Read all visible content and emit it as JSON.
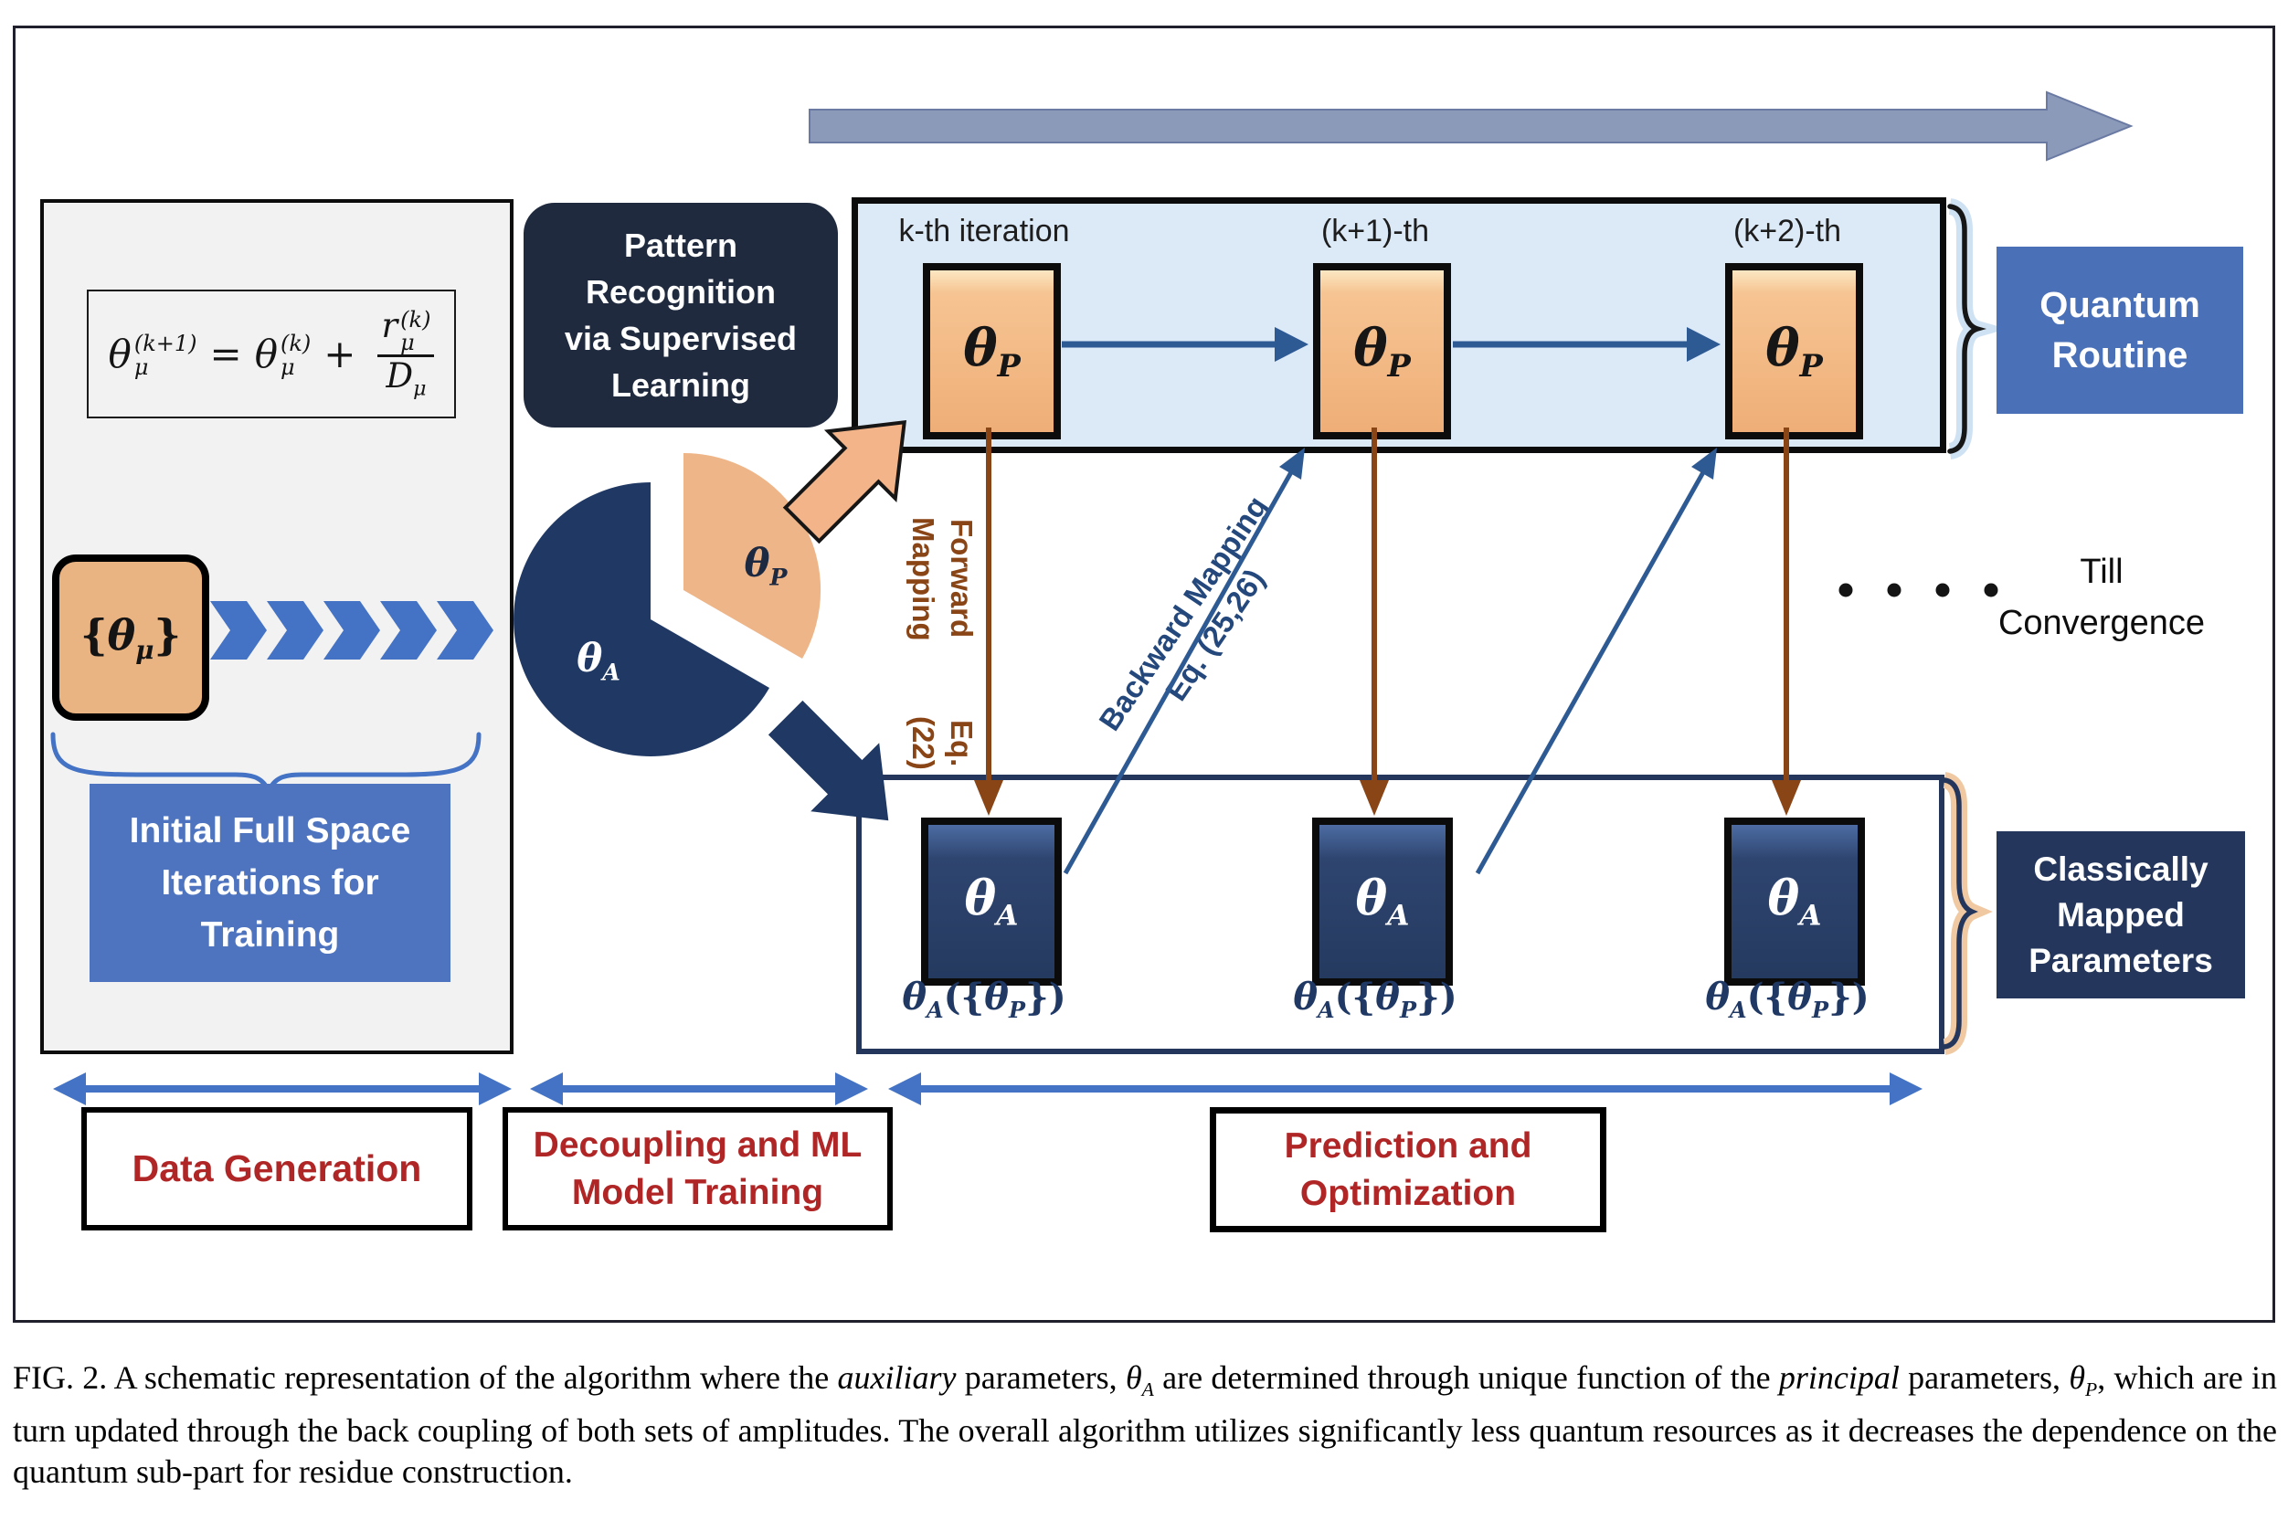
{
  "figure": {
    "left_panel": {
      "equation": {
        "lhs_base": "θ",
        "lhs_sup": "(k+1)",
        "lhs_sub": "μ",
        "equals": "=",
        "rhs_base": "θ",
        "rhs_sup": "(k)",
        "rhs_sub": "μ",
        "plus": "+",
        "num_base": "r",
        "num_sup": "(k)",
        "num_sub": "μ",
        "den_base": "D",
        "den_sub": "μ"
      },
      "theta_set_runs": [
        {
          "t": "{"
        },
        {
          "t": "θ",
          "i": 1
        },
        {
          "t": "μ",
          "i": 1,
          "sub": 1
        },
        {
          "t": "}"
        }
      ],
      "training_label": {
        "line1": "Initial Full Space",
        "line2": "Iterations for",
        "line3": "Training"
      }
    },
    "pattern_box": {
      "line1": "Pattern",
      "line2": "Recognition",
      "line3": "via Supervised",
      "line4": "Learning"
    },
    "pie": {
      "aux_runs": [
        {
          "t": "θ",
          "i": 1,
          "b": 1
        },
        {
          "t": "A",
          "i": 1,
          "b": 1,
          "sub": 1
        }
      ],
      "principal_runs": [
        {
          "t": "θ",
          "i": 1,
          "b": 1
        },
        {
          "t": "P",
          "i": 1,
          "b": 1,
          "sub": 1
        }
      ]
    },
    "quantum_row": {
      "iteration_labels": [
        "k-th iteration",
        "(k+1)-th",
        "(k+2)-th"
      ],
      "box_label_runs": [
        {
          "t": "θ",
          "i": 1,
          "b": 1
        },
        {
          "t": "P",
          "i": 1,
          "b": 1,
          "sub": 1
        }
      ],
      "brace_label": {
        "line1": "Quantum",
        "line2": "Routine"
      }
    },
    "classical_row": {
      "box_label_runs": [
        {
          "t": "θ",
          "i": 1,
          "b": 1
        },
        {
          "t": "A",
          "i": 1,
          "b": 1,
          "sub": 1
        }
      ],
      "function_runs": [
        {
          "t": "θ",
          "i": 1,
          "b": 1
        },
        {
          "t": "A",
          "i": 1,
          "b": 1,
          "sub": 1
        },
        {
          "t": "({",
          "b": 1
        },
        {
          "t": "θ",
          "i": 1,
          "b": 1
        },
        {
          "t": "P",
          "i": 1,
          "b": 1,
          "sub": 1
        },
        {
          "t": "})",
          "b": 1
        }
      ],
      "brace_label": {
        "line1": "Classically",
        "line2": "Mapped",
        "line3": "Parameters"
      }
    },
    "mappings": {
      "forward_line1": "Forward Mapping",
      "forward_line2": "Eq. (22)",
      "backward_line1": "Backward Mapping",
      "backward_line2": "Eq. (25,26)"
    },
    "convergence": {
      "line1": "Till",
      "line2": "Convergence"
    },
    "phases": {
      "data_generation": {
        "line1": "Data Generation"
      },
      "decoupling": {
        "line1": "Decoupling and ML",
        "line2": "Model Training"
      },
      "prediction": {
        "line1": "Prediction and",
        "line2": "Optimization"
      }
    },
    "colors": {
      "navy": "#1f3864",
      "steel": "#2e5a94",
      "blue": "#4472c4",
      "boxblue": "#4a70b8",
      "trainblue": "#4e74c0",
      "lightblue": "#dce9f7",
      "orange": "#eeb588",
      "peach": "#f2b488",
      "brown": "#8a4517",
      "red": "#b02626",
      "darkbox": "#1f2a3e",
      "classnavy": "#24365c",
      "arrowgray": "#8c9aba",
      "panelgray": "#f2f2f2"
    }
  },
  "caption": {
    "runs": [
      {
        "t": "FIG. 2.  A schematic representation of the algorithm where the "
      },
      {
        "t": "auxiliary",
        "i": 1
      },
      {
        "t": " parameters, "
      },
      {
        "t": "θ",
        "i": 1
      },
      {
        "t": "A",
        "i": 1,
        "sub": 1
      },
      {
        "t": " are determined through unique function of the "
      },
      {
        "t": "principal",
        "i": 1
      },
      {
        "t": " parameters, "
      },
      {
        "t": "θ",
        "i": 1
      },
      {
        "t": "P",
        "i": 1,
        "sub": 1
      },
      {
        "t": ", which are in turn updated through the back coupling of both sets of amplitudes. The overall algorithm utilizes significantly less quantum resources as it decreases the dependence on the quantum sub-part for residue construction."
      }
    ]
  }
}
